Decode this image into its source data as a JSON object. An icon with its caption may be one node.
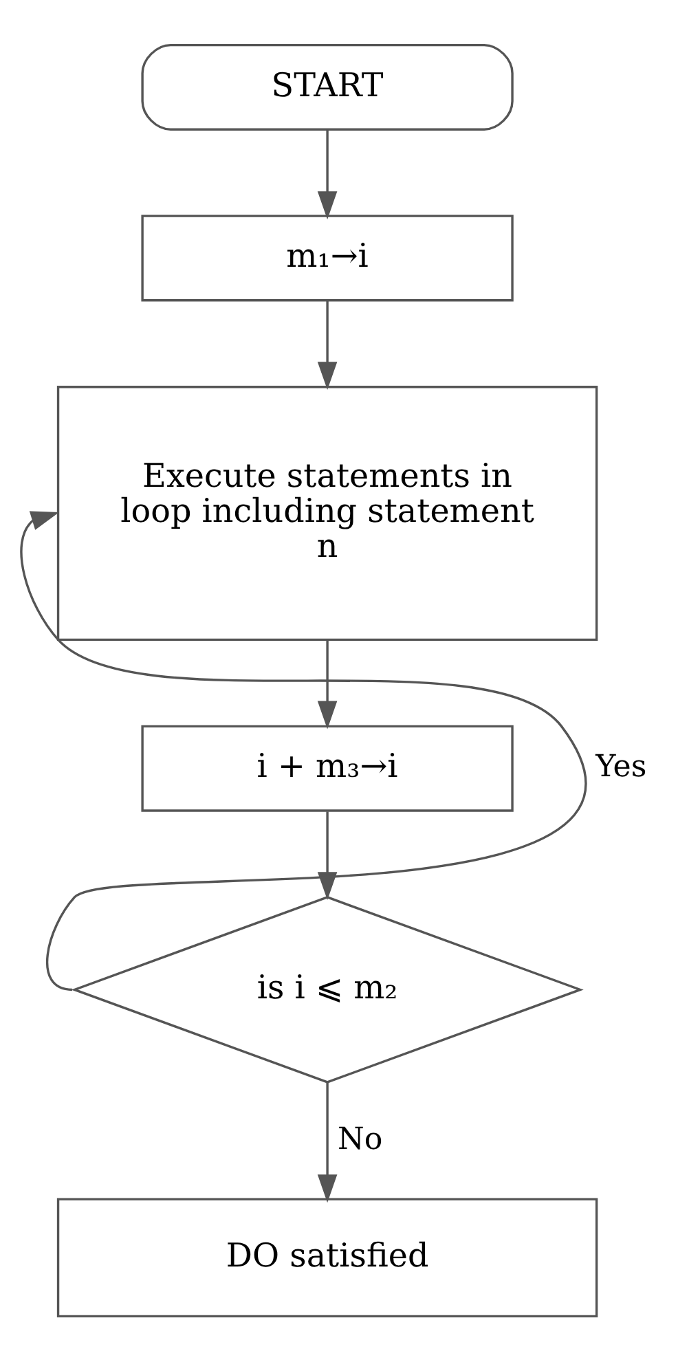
{
  "diagram": {
    "nodes": [
      {
        "text": [
          "START"
        ]
      },
      {
        "text": [
          "m₁→i"
        ]
      },
      {
        "text": [
          "Execute statements in loop including statement n"
        ]
      },
      {
        "text": [
          "i + m₃→i"
        ]
      },
      {
        "text": [
          "is i ⩽ m₂"
        ]
      },
      {
        "text": [
          "DO satisfied"
        ]
      }
    ],
    "edges": [
      {
        "from": 0,
        "to": 1,
        "arrow": "to"
      },
      {
        "from": 1,
        "to": 2,
        "arrow": "to"
      },
      {
        "from": 2,
        "to": 3,
        "arrow": "to"
      },
      {
        "from": 3,
        "to": 4,
        "arrow": "to"
      },
      {
        "from": 4,
        "to": 2,
        "arrow": "to",
        "label": "Yes"
      },
      {
        "from": 4,
        "to": 5,
        "arrow": "to",
        "label": "No"
      }
    ]
  }
}
